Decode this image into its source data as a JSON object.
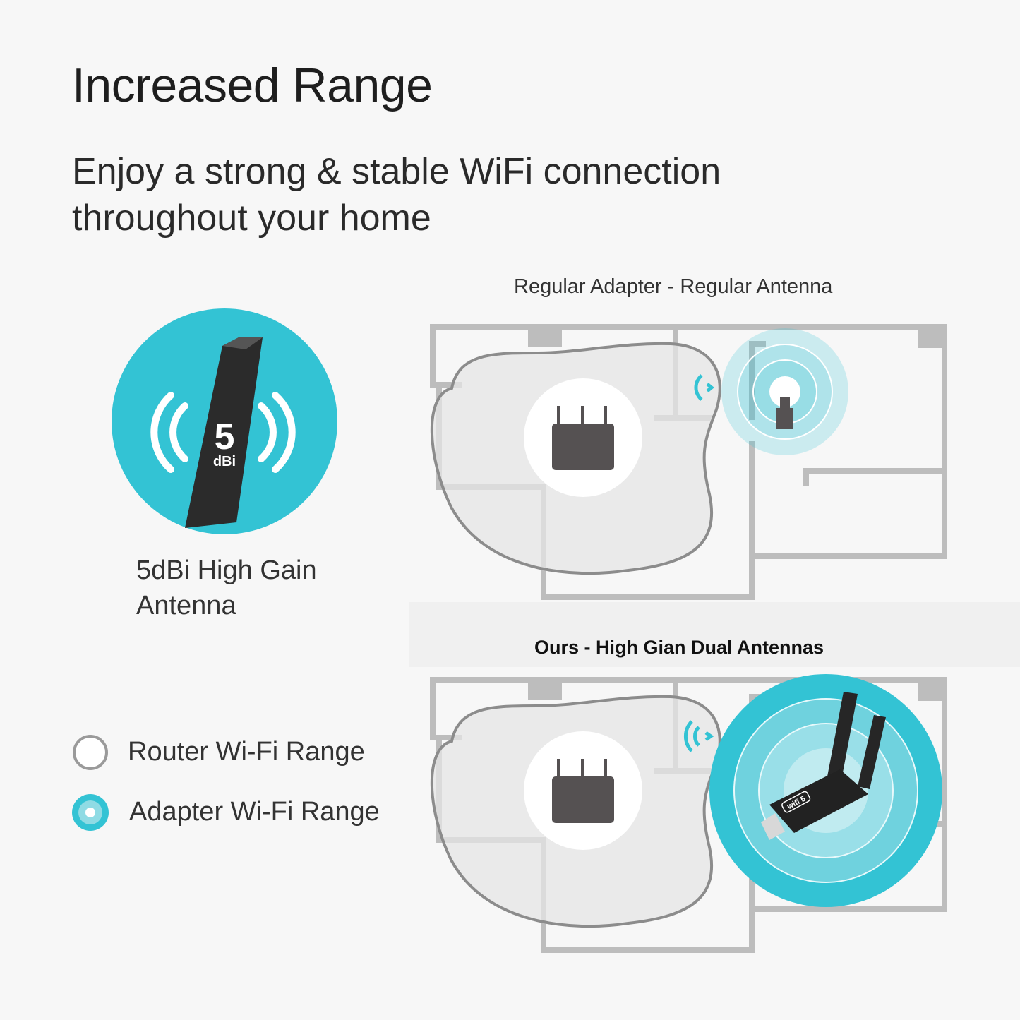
{
  "header": {
    "title": "Increased Range",
    "subtitle": "Enjoy a strong & stable WiFi connection throughout your home"
  },
  "antenna": {
    "gain_number": "5",
    "gain_unit": "dBi",
    "label": "5dBi High Gain Antenna"
  },
  "legend": {
    "items": [
      {
        "label": "Router Wi-Fi Range",
        "icon": "outline-circle-icon"
      },
      {
        "label": "Adapter Wi-Fi Range",
        "icon": "teal-circle-icon"
      }
    ]
  },
  "comparison": {
    "regular_caption": "Regular Adapter - Regular Antenna",
    "ours_caption": "Ours - High Gian Dual Antennas",
    "adapter_badge": "wifi 5"
  },
  "colors": {
    "accent": "#33c3d4",
    "walls": "#bdbdbd",
    "device": "#555152",
    "background": "#f7f7f7"
  }
}
